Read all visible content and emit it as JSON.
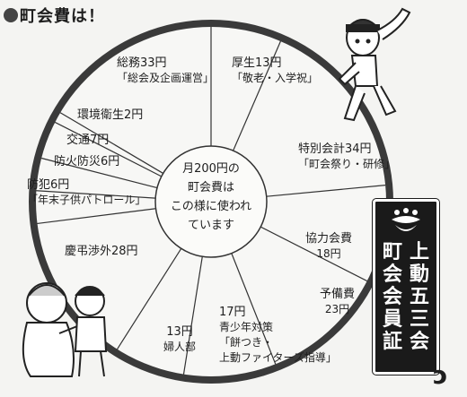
{
  "header": {
    "title": "町会費は！"
  },
  "center": {
    "lines": [
      "月200円の",
      "町会費は",
      "この様に使われ",
      "ています"
    ]
  },
  "card": {
    "line_right": "上動五三会",
    "line_left": "町会会員証"
  },
  "chart_data": {
    "type": "pie",
    "title": "町会費は！",
    "total": 200,
    "unit": "円",
    "start_angle_deg": 0,
    "direction": "clockwise",
    "slices": [
      {
        "label": "厚生13円",
        "sub": "「敬老・入学祝」",
        "value": 13
      },
      {
        "label": "特別会計34円",
        "sub": "「町会祭り・研修」",
        "value": 34
      },
      {
        "label": "協力会費",
        "sub": "18円",
        "value": 18
      },
      {
        "label": "予備費",
        "sub": "23円",
        "value": 23
      },
      {
        "label": "17円",
        "sub": "青少年対策",
        "sub2": "「餅つき・",
        "sub3": "上動ファイターズ指導」",
        "value": 17
      },
      {
        "label": "13円",
        "sub": "婦人部",
        "value": 13
      },
      {
        "label": "慶弔渉外28円",
        "value": 28
      },
      {
        "label": "防犯6円",
        "sub": "「年末子供パトロール」",
        "value": 6
      },
      {
        "label": "防火防災6円",
        "value": 6
      },
      {
        "label": "交通7円",
        "value": 7
      },
      {
        "label": "環境衛生2円",
        "value": 2
      },
      {
        "label": "総務33円",
        "sub": "「総会及企画運営」",
        "value": 33
      }
    ]
  }
}
